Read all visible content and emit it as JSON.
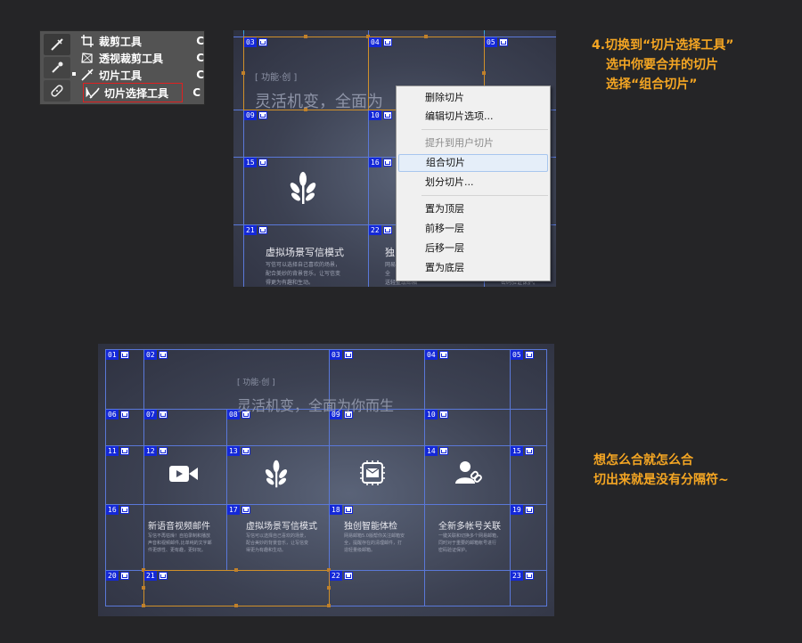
{
  "tool_flyout": {
    "items": [
      {
        "label": "裁剪工具",
        "key": "C",
        "icon": "crop-icon"
      },
      {
        "label": "透视裁剪工具",
        "key": "C",
        "icon": "perspective-crop-icon"
      },
      {
        "label": "切片工具",
        "key": "C",
        "icon": "slice-tool-icon"
      },
      {
        "label": "切片选择工具",
        "key": "C",
        "icon": "slice-select-icon"
      }
    ]
  },
  "screen1": {
    "tags": [
      "03",
      "04",
      "05",
      "09",
      "10",
      "15",
      "16",
      "21",
      "22"
    ],
    "subtitle": "[ 功能·创 ]",
    "headline": "灵活机变，全面为",
    "feature_title": "虚拟场景写信模式",
    "feature_desc_1": "写信可以选择自己喜欢的场景，",
    "feature_desc_2": "配合美妙的背景音乐，让写信变",
    "feature_desc_3": "得更为有趣和生动。",
    "partial_1": "独",
    "partial_2": "网易",
    "partial_3": "全",
    "partial_4": "送轻量级邮箱",
    "partial_5": "密码验证保护。",
    "context_menu": {
      "items": [
        {
          "label": "删除切片",
          "disabled": false
        },
        {
          "label": "编辑切片选项...",
          "disabled": false
        },
        {
          "label": "提升到用户切片",
          "disabled": true
        },
        {
          "label": "组合切片",
          "disabled": false
        },
        {
          "label": "划分切片...",
          "disabled": false
        },
        {
          "label": "置为顶层",
          "disabled": false
        },
        {
          "label": "前移一层",
          "disabled": false
        },
        {
          "label": "后移一层",
          "disabled": false
        },
        {
          "label": "置为底层",
          "disabled": false
        }
      ]
    }
  },
  "note1": {
    "line1": "4.切换到“切片选择工具”",
    "line2": "选中你要合并的切片",
    "line3": "选择“组合切片”"
  },
  "screen2": {
    "tags": [
      "01",
      "02",
      "03",
      "04",
      "05",
      "06",
      "07",
      "08",
      "09",
      "10",
      "11",
      "12",
      "13",
      "14",
      "15",
      "16",
      "17",
      "18",
      "19",
      "20",
      "21",
      "22",
      "23"
    ],
    "subtitle": "[ 功能·创 ]",
    "headline": "灵活机变，全面为你而生",
    "features": [
      {
        "title": "新语音视频邮件",
        "desc": [
          "写信不再枯燥！自拍录制和播放",
          "声音和视频邮件,比单纯的文字邮",
          "件更感性、更有趣，更好玩。"
        ],
        "icon": "video-camera-icon"
      },
      {
        "title": "虚拟场景写信模式",
        "desc": [
          "写信可以选择自己喜欢的场景，",
          "配合美妙的背景音乐，让写信变",
          "得更为有趣和生动。"
        ],
        "icon": "leaf-icon"
      },
      {
        "title": "独创智能体检",
        "desc": [
          "网易邮箱5.0版帮你关注邮箱安",
          "全，提醒存在的清理邮件，打",
          "造轻量级邮箱。"
        ],
        "icon": "chip-mail-icon"
      },
      {
        "title": "全新多帐号关联",
        "desc": [
          "一键关联和切换多个网易邮箱，",
          "同时对于重要的邮箱帐号进行",
          "密码验证保护。"
        ],
        "icon": "user-link-icon"
      }
    ]
  },
  "note2": {
    "line1": "想怎么合就怎么合",
    "line2": "切出来就是没有分隔符~"
  },
  "colors": {
    "slice_line": "#5a78d8",
    "selection": "#d0902a",
    "note": "#f5a623",
    "tag": "#1428d8"
  }
}
